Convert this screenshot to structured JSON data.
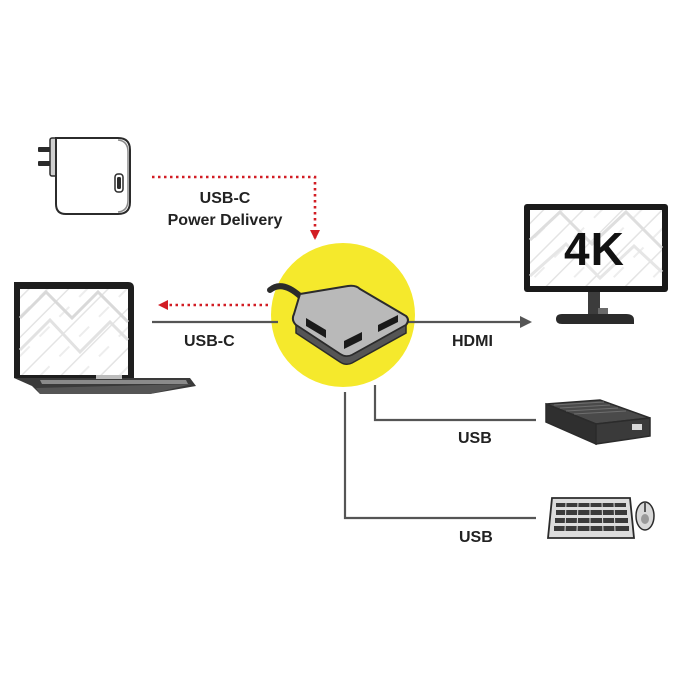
{
  "labels": {
    "power_line1": "USB-C",
    "power_line2": "Power Delivery",
    "laptop_link": "USB-C",
    "monitor_link": "HDMI",
    "drive_link": "USB",
    "keyboard_link": "USB",
    "monitor_badge": "4K"
  },
  "colors": {
    "hub_highlight": "#f5e92c",
    "power_arrow": "#d21d24",
    "connector_line": "#555555",
    "device_outline": "#2b2b2b"
  },
  "icons": {
    "charger": "power-adapter-icon",
    "laptop": "laptop-icon",
    "hub": "usb-c-hub-icon",
    "monitor": "monitor-icon",
    "drive": "external-drive-icon",
    "keyboard": "keyboard-icon",
    "mouse": "mouse-icon"
  }
}
